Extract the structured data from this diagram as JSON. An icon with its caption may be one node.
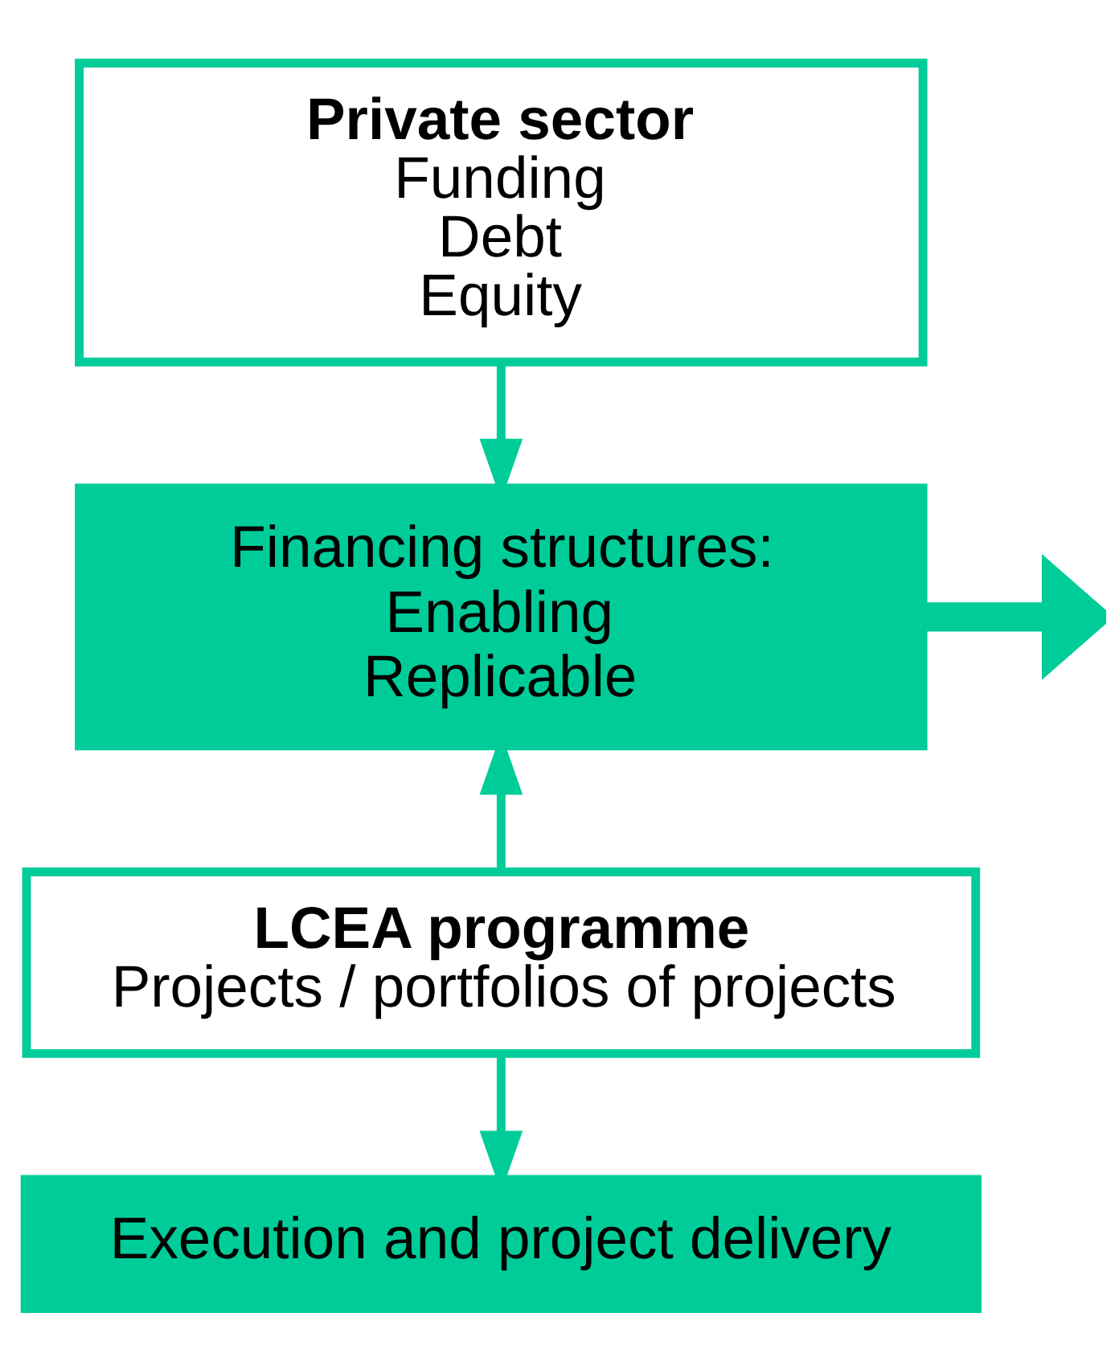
{
  "diagram": {
    "nodes": [
      {
        "text": [
          "Private sector",
          "Funding",
          "Debt",
          "Equity"
        ]
      },
      {
        "text": [
          "Financing structures:",
          "Enabling",
          "Replicable"
        ]
      },
      {
        "text": [
          "LCEA programme",
          "Projects / portfolios of projects"
        ]
      },
      {
        "text": [
          "Execution and project delivery"
        ]
      }
    ],
    "edges": [
      {
        "from": 0,
        "to": 1,
        "arrow": "to"
      },
      {
        "from": 2,
        "to": 1,
        "arrow": "to"
      },
      {
        "from": 2,
        "to": 3,
        "arrow": "to"
      },
      {
        "from": 1,
        "to": null,
        "arrow": "to",
        "style": "thick"
      }
    ]
  }
}
